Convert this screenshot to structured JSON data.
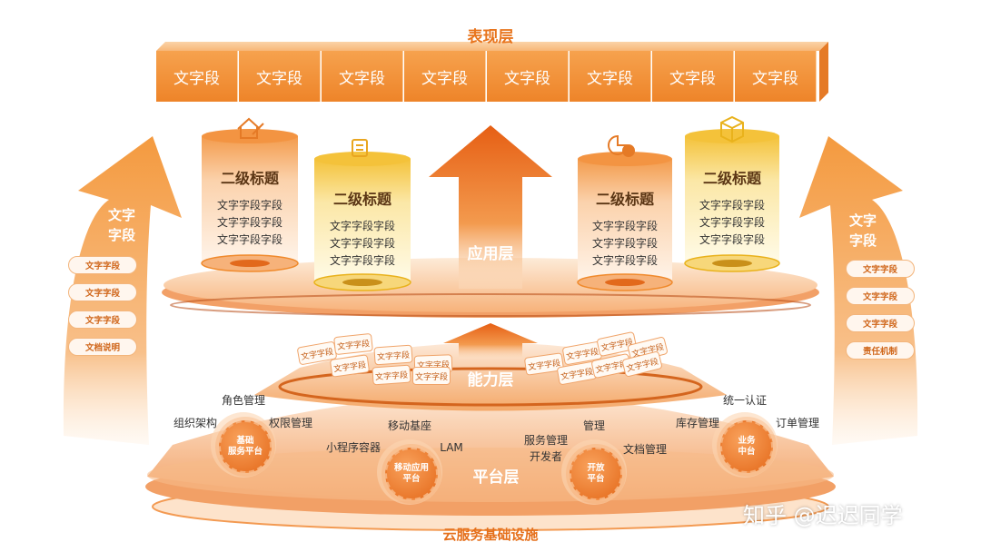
{
  "presentation": {
    "title": "表现层",
    "boxes": [
      "文字段",
      "文字段",
      "文字段",
      "文字段",
      "文字段",
      "文字段",
      "文字段",
      "文字段"
    ]
  },
  "application": {
    "label": "应用层",
    "cylinders": [
      {
        "title": "二级标题",
        "lines": [
          "文字字段字段",
          "文字字段字段",
          "文字字段字段"
        ],
        "icon": "house-edit-icon",
        "style": "orange"
      },
      {
        "title": "二级标题",
        "lines": [
          "文字字段字段",
          "文字字段字段",
          "文字字段字段"
        ],
        "icon": "document-icon",
        "style": "yellow"
      },
      {
        "title": "二级标题",
        "lines": [
          "文字字段字段",
          "文字字段字段",
          "文字字段字段"
        ],
        "icon": "pie-arrow-icon",
        "style": "orange"
      },
      {
        "title": "二级标题",
        "lines": [
          "文字字段字段",
          "文字字段字段",
          "文字字段字段"
        ],
        "icon": "box-icon",
        "style": "yellow"
      }
    ]
  },
  "left_side": {
    "heading": [
      "文字",
      "字段"
    ],
    "pills": [
      "文字字段",
      "文字字段",
      "文字字段",
      "文档说明"
    ]
  },
  "right_side": {
    "heading": [
      "文字",
      "字段"
    ],
    "pills": [
      "文字字段",
      "文字字段",
      "文字字段",
      "责任机制"
    ]
  },
  "capability": {
    "label": "能力层",
    "chips_left": [
      "文字字段",
      "文字字段",
      "文字字段",
      "文字字段",
      "文字字段",
      "文字字段",
      "文字字段"
    ],
    "chips_right": [
      "文字字段",
      "文字字段",
      "文字字段",
      "文字字段",
      "文字字段",
      "文字字段",
      "文字字段"
    ]
  },
  "platform": {
    "label": "平台层",
    "centers": [
      {
        "name_lines": [
          "基础",
          "服务平台"
        ],
        "labels": [
          "角色管理",
          "组织架构",
          "权限管理"
        ]
      },
      {
        "name_lines": [
          "移动应用",
          "平台"
        ],
        "labels": [
          "移动基座",
          "小程序容器",
          "LAM"
        ]
      },
      {
        "name_lines": [
          "开放",
          "平台"
        ],
        "labels": [
          "服务管理",
          "开发者",
          "管理",
          "文档管理"
        ]
      },
      {
        "name_lines": [
          "业务",
          "中台"
        ],
        "labels": [
          "统一认证",
          "库存管理",
          "订单管理"
        ]
      }
    ]
  },
  "infrastructure": {
    "label": "云服务基础设施"
  },
  "watermark": "知乎 @迟迟同学",
  "colors": {
    "orange": "#f08a2c",
    "deep_orange": "#e5651a",
    "yellow": "#f6c23a",
    "light": "#fde6d0"
  }
}
